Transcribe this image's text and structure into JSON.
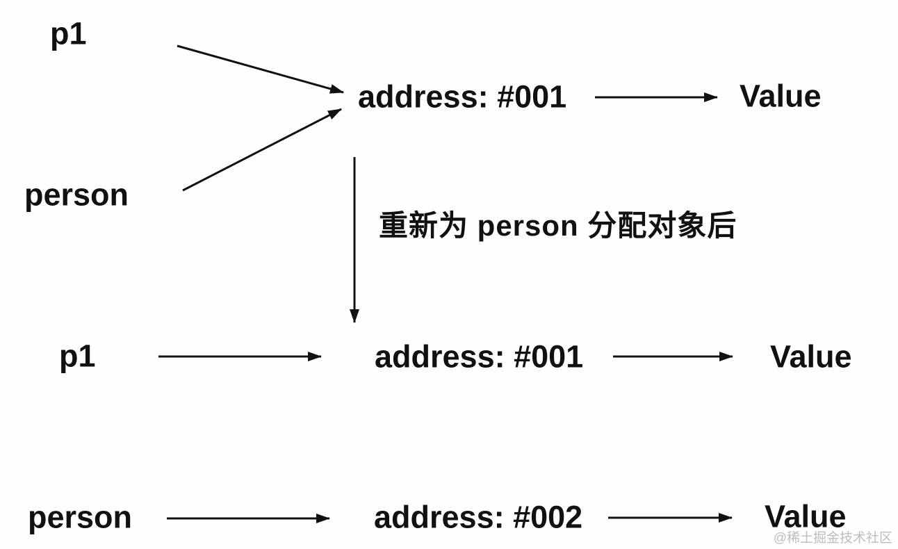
{
  "diagram": {
    "title_semantic": "object reference reassignment diagram",
    "before": {
      "p1": "p1",
      "person": "person",
      "address": "address: #001",
      "value": "Value"
    },
    "transition": "重新为 person 分配对象后",
    "after": {
      "p1": "p1",
      "p1_address": "address: #001",
      "p1_value": "Value",
      "person": "person",
      "person_address": "address: #002",
      "person_value": "Value"
    },
    "watermark": "@稀土掘金技术社区",
    "colors": {
      "text": "#111111",
      "arrow": "#111111",
      "watermark": "#bdbdbd",
      "background": "#fefefe"
    }
  }
}
